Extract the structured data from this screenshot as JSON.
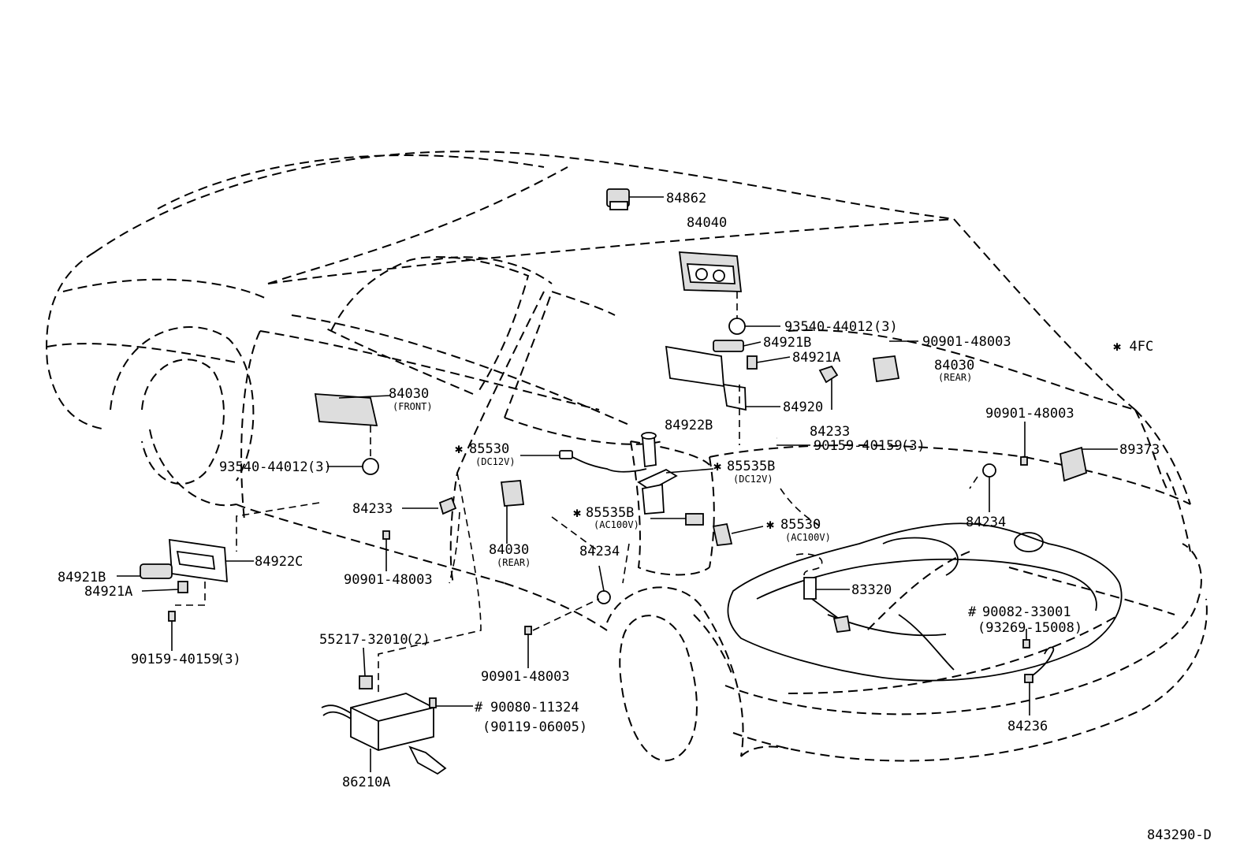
{
  "diagram_id": "843290-D",
  "note": "✱ 4FC",
  "callouts": [
    {
      "number": "84862"
    },
    {
      "number": "84040"
    },
    {
      "number": "93540-44012",
      "qty": "(3)"
    },
    {
      "number": "84921B"
    },
    {
      "number": "84921A"
    },
    {
      "number": "90901-48003"
    },
    {
      "number": "84030",
      "sub": "(REAR)"
    },
    {
      "number": "84920"
    },
    {
      "number": "84922B"
    },
    {
      "number": "84233"
    },
    {
      "number": "90159-40159",
      "qty": "(3)"
    },
    {
      "number": "90901-48003"
    },
    {
      "number": "89373"
    },
    {
      "number": "84030",
      "sub": "(FRONT)"
    },
    {
      "number": "93540-44012",
      "qty": "(3)"
    },
    {
      "marker": "✱",
      "number": "85530",
      "sub": "(DC12V)"
    },
    {
      "marker": "✱",
      "number": "85535B",
      "sub": "(DC12V)"
    },
    {
      "marker": "✱",
      "number": "85535B",
      "sub": "(AC100V)"
    },
    {
      "marker": "✱",
      "number": "85530",
      "sub": "(AC100V)"
    },
    {
      "number": "84233"
    },
    {
      "number": "84234"
    },
    {
      "number": "84030",
      "sub": "(REAR)"
    },
    {
      "number": "84234"
    },
    {
      "number": "84922C"
    },
    {
      "number": "84921B"
    },
    {
      "number": "84921A"
    },
    {
      "number": "90901-48003"
    },
    {
      "number": "83320"
    },
    {
      "marker": "#",
      "number": "90082-33001",
      "alt": "(93269-15008)"
    },
    {
      "number": "90159-40159",
      "qty": "(3)"
    },
    {
      "number": "55217-32010",
      "qty": "(2)"
    },
    {
      "number": "90901-48003"
    },
    {
      "marker": "#",
      "number": "90080-11324",
      "alt": "(90119-06005)"
    },
    {
      "number": "84236"
    },
    {
      "number": "86210A"
    }
  ]
}
